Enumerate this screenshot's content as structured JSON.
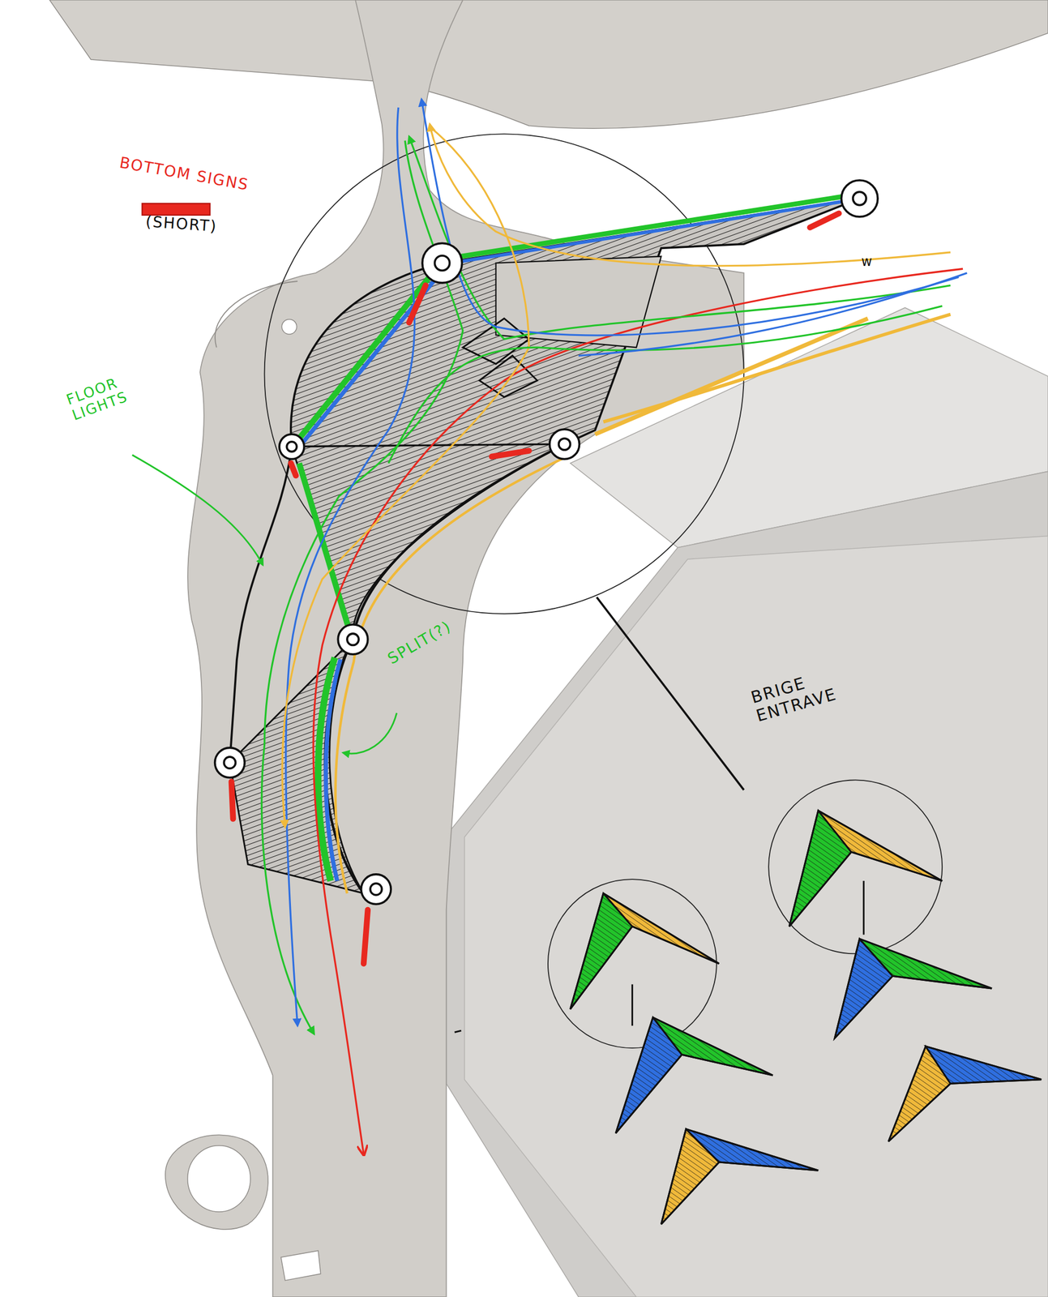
{
  "diagram": {
    "labels": [
      "BOTTOM SIGNS",
      "(SHORT)",
      "FLOOR LIGHTS",
      "SPLIT(?)",
      "BRIGE ENTRAVE",
      "w"
    ]
  }
}
